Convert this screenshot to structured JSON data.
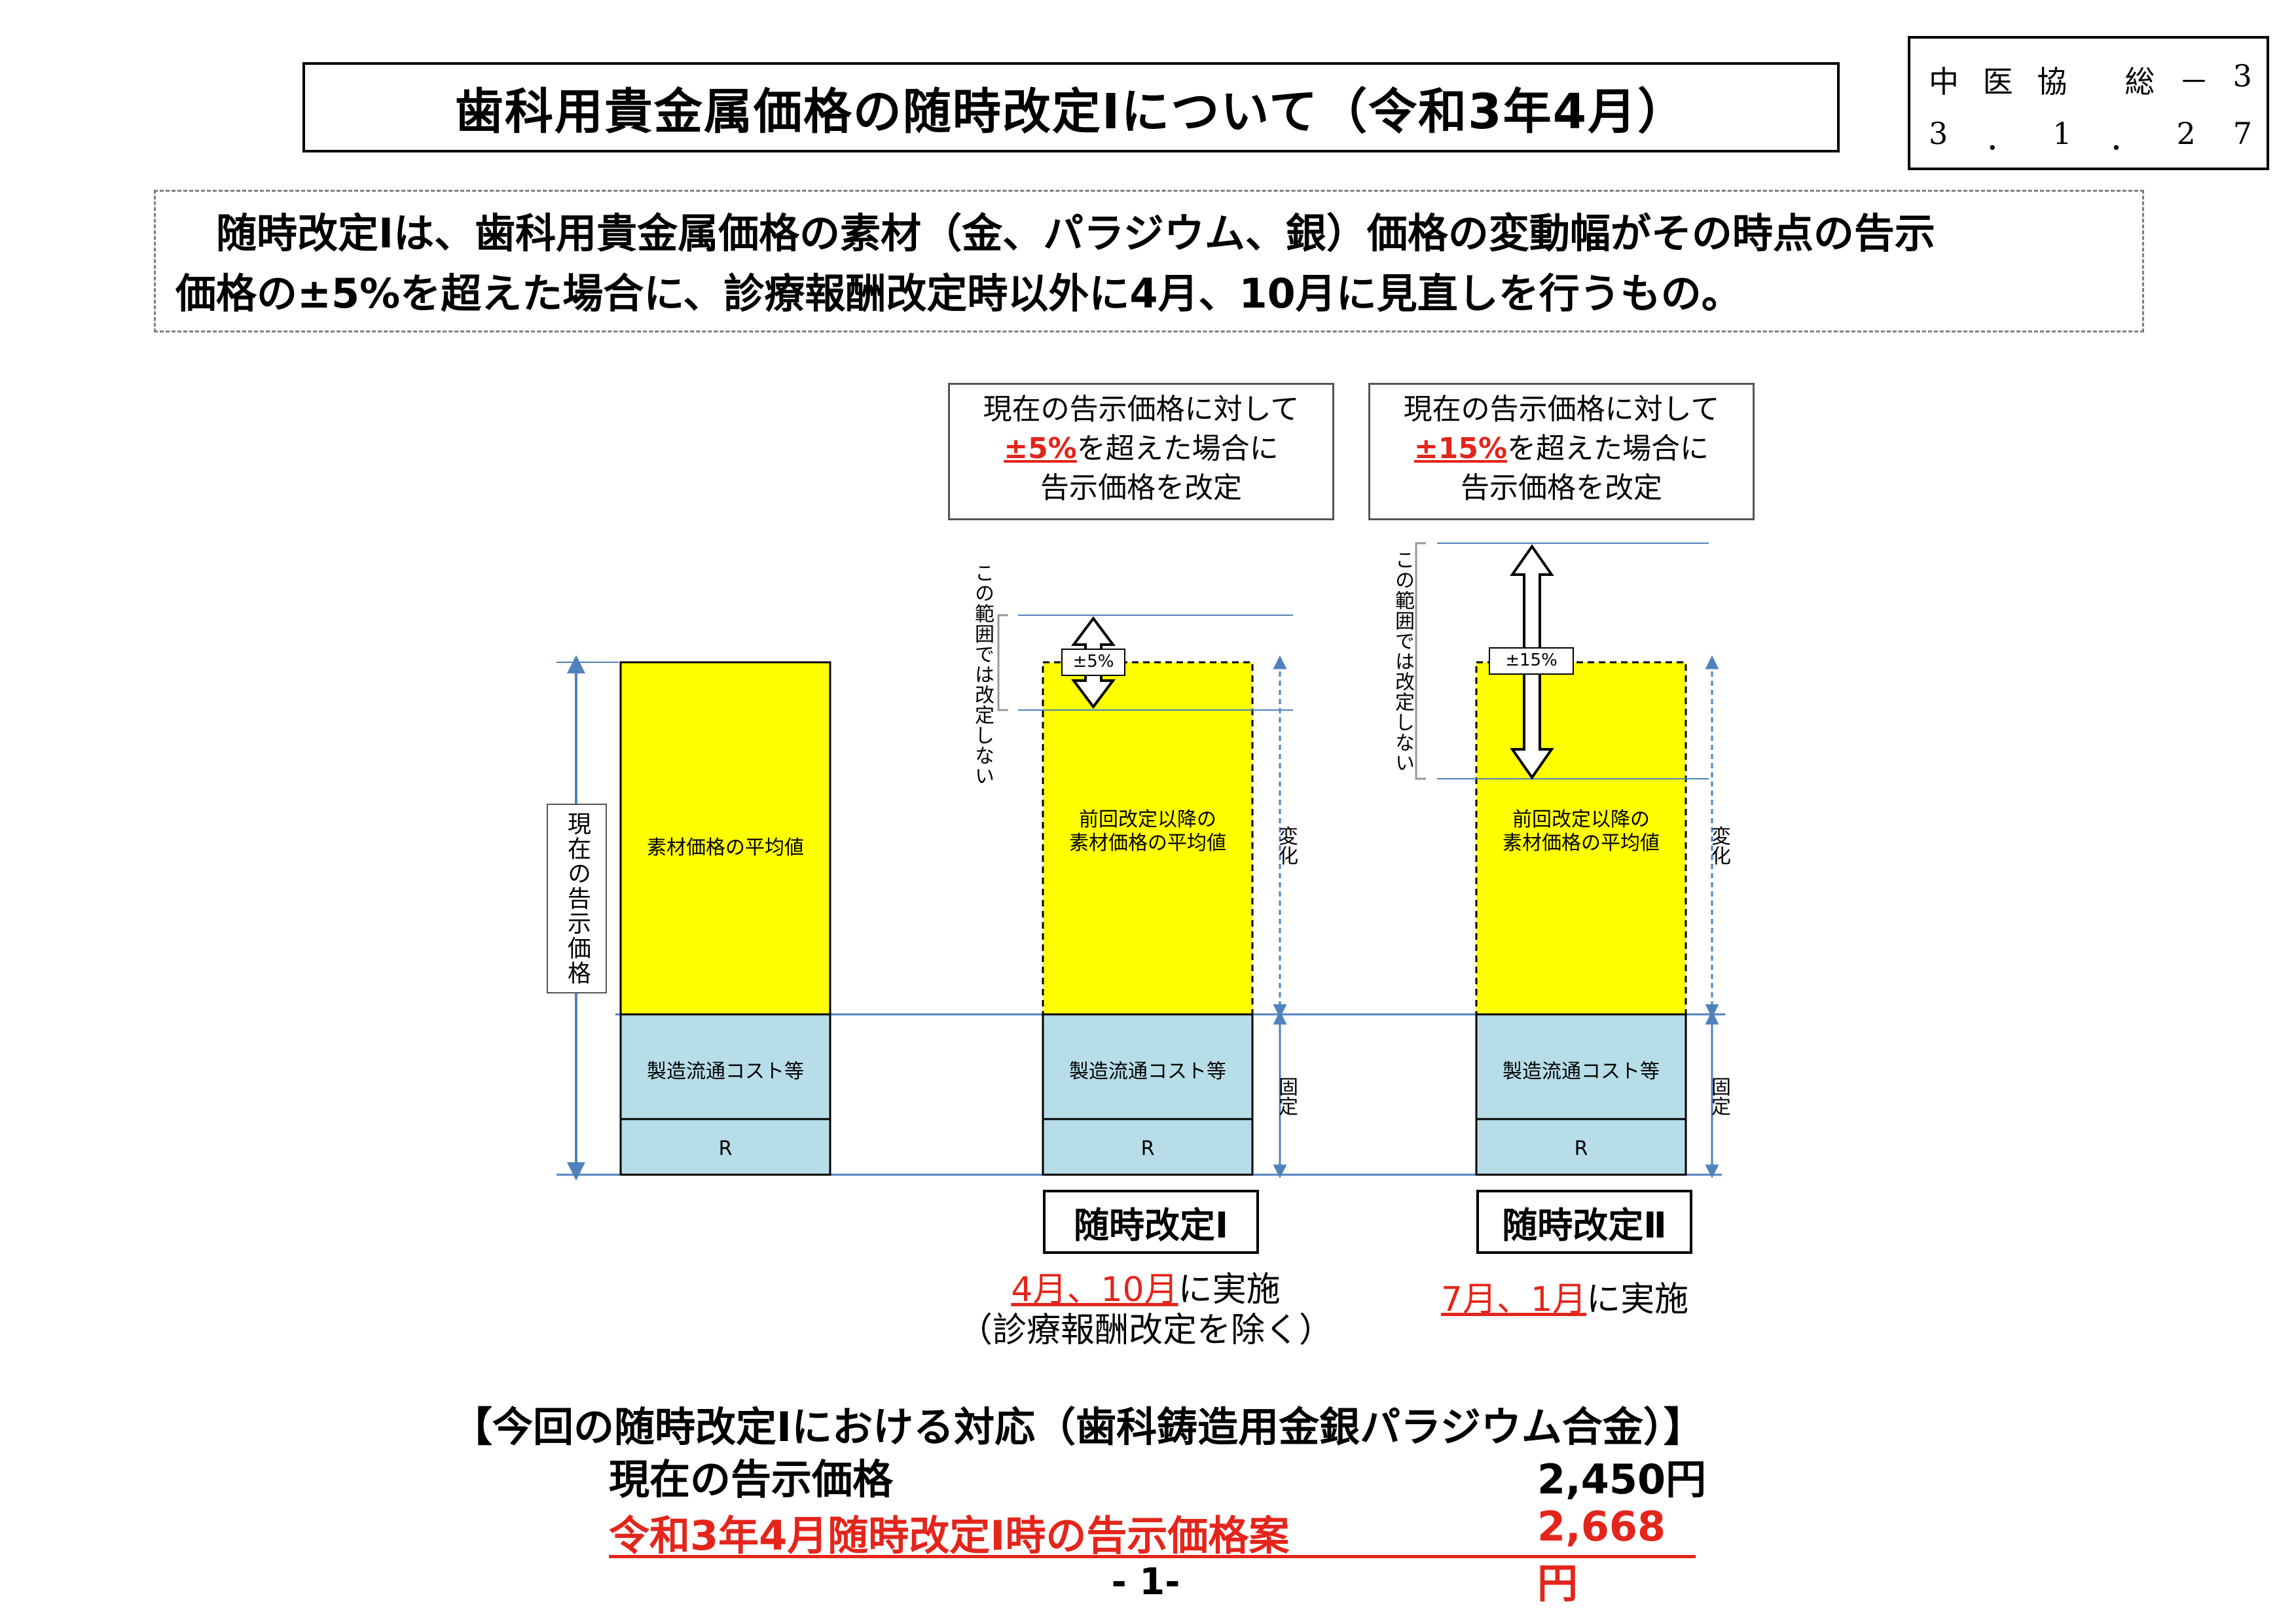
{
  "header": {
    "title": "歯科用貴金属価格の随時改定Ⅰについて（令和3年4月）",
    "doc_tag_line1": [
      "中",
      "医",
      "協",
      "",
      "総",
      "－",
      "3"
    ],
    "doc_tag_line2": [
      "3",
      "．",
      "1",
      "．",
      "2",
      "7"
    ]
  },
  "intro": {
    "line1": "　随時改定Ⅰは、歯科用貴金属価格の素材（金、パラジウム、銀）価格の変動幅がその時点の告示",
    "line2": "価格の±5%を超えた場合に、診療報酬改定時以外に4月、10月に見直しを行うもの。"
  },
  "diagram": {
    "current_price_label": "現在の告示価格",
    "bar1_yellow": "素材価格の平均値",
    "bar_yellow_changed_line1": "前回改定以降の",
    "bar_yellow_changed_line2": "素材価格の平均値",
    "bar_blue": "製造流通コスト等",
    "bar_r": "R",
    "change_label": "変化",
    "fixed_label": "固定",
    "no_revision_range": "この範囲では改定しない",
    "plusminus5": "±5%",
    "plusminus15": "±15%",
    "callout1": {
      "line1": "現在の告示価格に対して",
      "pct": "±5%",
      "line2_rest": "を超えた場合に",
      "line3": "告示価格を改定"
    },
    "callout2": {
      "line1": "現在の告示価格に対して",
      "pct": "±15%",
      "line2_rest": "を超えた場合に",
      "line3": "告示価格を改定"
    },
    "label1": "随時改定Ⅰ",
    "label2": "随時改定Ⅱ",
    "impl1_red": "4月、10月",
    "impl1_rest": "に実施",
    "impl1_line2": "（診療報酬改定を除く）",
    "impl2_red": "7月、1月",
    "impl2_rest": "に実施"
  },
  "response": {
    "heading": "【今回の随時改定Ⅰにおける対応（歯科鋳造用金銀パラジウム合金）】",
    "row1_label": "現在の告示価格",
    "row1_value": "2,450円",
    "row2_label": "令和3年4月随時改定Ⅰ時の告示価格案",
    "row2_value": "2,668円"
  },
  "page_number": "- 1-",
  "colors": {
    "yellow": "#ffff00",
    "blue": "#b7dde8",
    "red": "#e4251b",
    "arrow_line": "#4f81bd"
  }
}
